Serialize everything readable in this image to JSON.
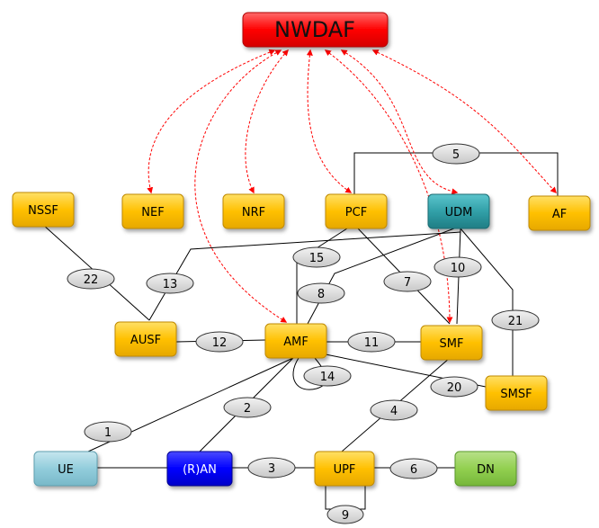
{
  "nodes": {
    "nwdaf": {
      "label": "NWDAF",
      "color": "#ff0000"
    },
    "nssf": {
      "label": "NSSF",
      "color": "#ffc000"
    },
    "nef": {
      "label": "NEF",
      "color": "#ffc000"
    },
    "nrf": {
      "label": "NRF",
      "color": "#ffc000"
    },
    "pcf": {
      "label": "PCF",
      "color": "#ffc000"
    },
    "udm": {
      "label": "UDM",
      "color": "#31a0a8"
    },
    "af": {
      "label": "AF",
      "color": "#ffc000"
    },
    "ausf": {
      "label": "AUSF",
      "color": "#ffc000"
    },
    "amf": {
      "label": "AMF",
      "color": "#ffc000"
    },
    "smf": {
      "label": "SMF",
      "color": "#ffc000"
    },
    "smsf": {
      "label": "SMSF",
      "color": "#ffc000"
    },
    "ue": {
      "label": "UE",
      "color": "#92cddc"
    },
    "ran": {
      "label": "(R)AN",
      "color": "#0000ff"
    },
    "upf": {
      "label": "UPF",
      "color": "#ffc000"
    },
    "dn": {
      "label": "DN",
      "color": "#92d050"
    }
  },
  "reference_points": {
    "n1": "1",
    "n2": "2",
    "n3": "3",
    "n4": "4",
    "n5": "5",
    "n6": "6",
    "n7": "7",
    "n8": "8",
    "n9": "9",
    "n10": "10",
    "n11": "11",
    "n12": "12",
    "n13": "13",
    "n14": "14",
    "n15": "15",
    "n20": "20",
    "n21": "21",
    "n22": "22"
  },
  "colors": {
    "nwdaf_link": "#ff0000",
    "solid_link": "#000000",
    "reference_point_fill": "#d9d9d9"
  }
}
